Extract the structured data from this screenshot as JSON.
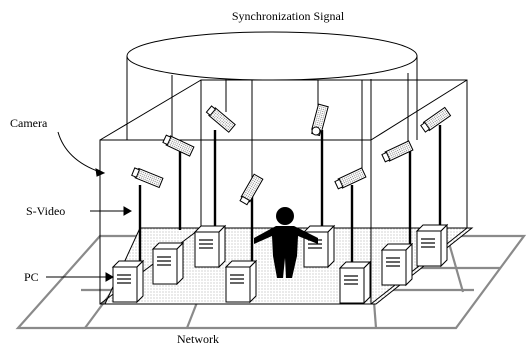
{
  "labels": {
    "sync": "Synchronization Signal",
    "camera": "Camera",
    "svideo": "S-Video",
    "pc": "PC",
    "network": "Network"
  },
  "colors": {
    "floor_dots": "#cfcfcf",
    "network_grey": "#8a8a8a",
    "ink": "#000000"
  },
  "icons": {
    "camera": "camera-icon",
    "pc": "pc-tower-icon",
    "person": "person-icon"
  }
}
